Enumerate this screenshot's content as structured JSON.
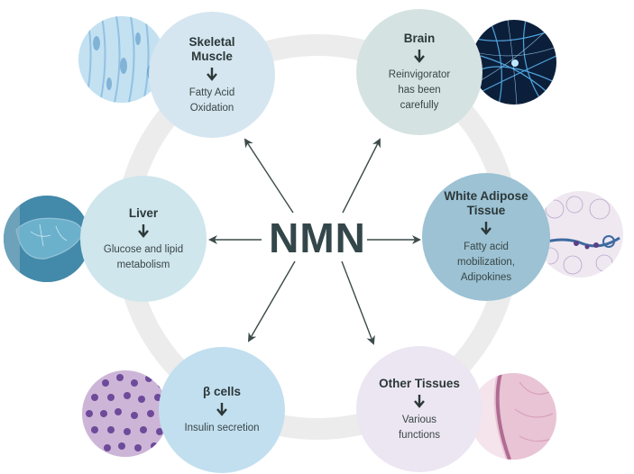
{
  "center": {
    "label": "NMN"
  },
  "nodes": {
    "skeletal_muscle": {
      "title_line1": "Skeletal",
      "title_line2": "Muscle",
      "desc_line1": "Fatty Acid",
      "desc_line2": "Oxidation",
      "color": "#d5e6f0",
      "image": "muscle-fibers-micrograph"
    },
    "brain": {
      "title_line1": "Brain",
      "desc_line1": "Reinvigorator",
      "desc_line2": "has been",
      "desc_line3": "carefully",
      "color": "#d5e2e2",
      "image": "neuron-network-image"
    },
    "liver": {
      "title_line1": "Liver",
      "desc_line1": "Glucose and lipid",
      "desc_line2": "metabolism",
      "color": "#cfe6ed",
      "image": "liver-illustration"
    },
    "white_adipose": {
      "title_line1": "White Adipose",
      "title_line2": "Tissue",
      "desc_line1": "Fatty acid",
      "desc_line2": "mobilization,",
      "desc_line3": "Adipokines",
      "color": "#9cc2d4",
      "image": "adipose-tissue-histology"
    },
    "beta_cells": {
      "title_line1": "β cells",
      "desc_line1": "Insulin secretion",
      "color": "#c2dff0",
      "image": "beta-cell-histology"
    },
    "other_tissues": {
      "title_line1": "Other Tissues",
      "desc_line1": "Various",
      "desc_line2": "functions",
      "color": "#ece6f2",
      "image": "tissue-histology"
    }
  },
  "colors": {
    "arrow": "#3c4a4a",
    "ring": "#ececec",
    "center_text": "#33474a"
  }
}
